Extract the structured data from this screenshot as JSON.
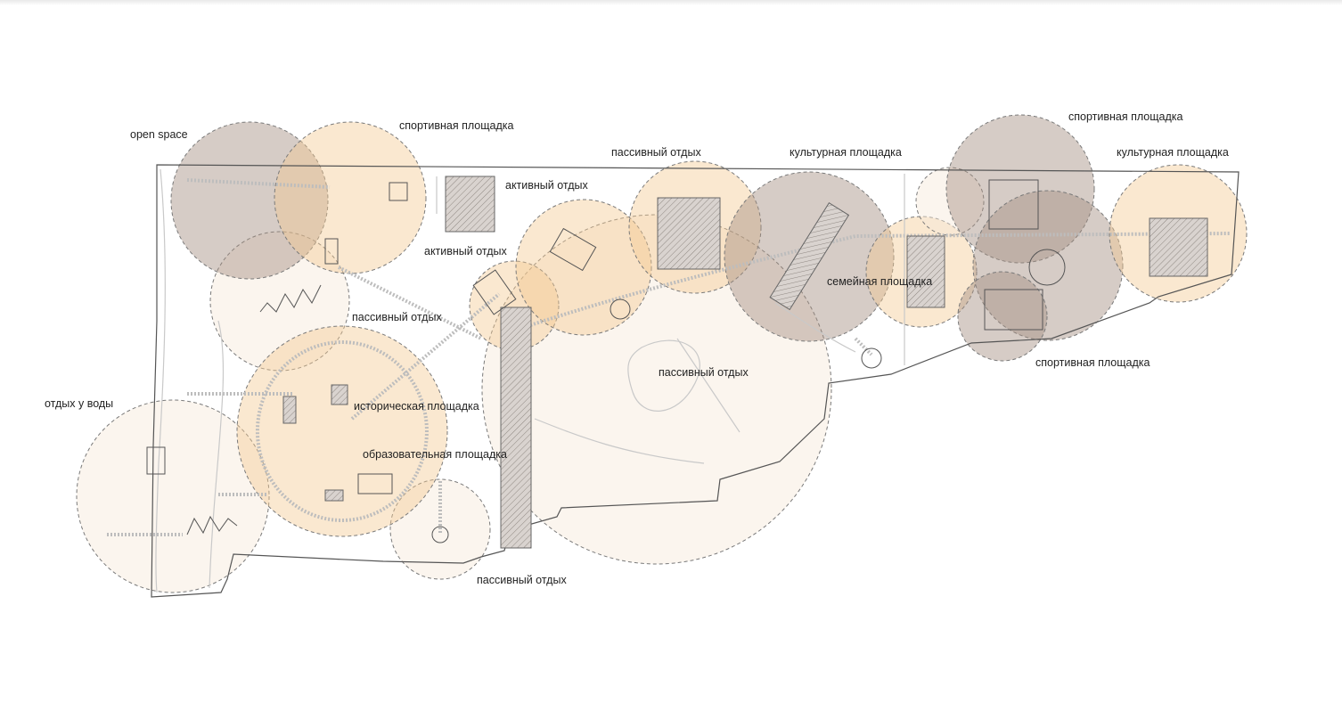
{
  "colors": {
    "warm": "#f3c98f",
    "taupe": "#a58e80",
    "pale": "#f6e8da",
    "outline": "#555555",
    "label": "#222222"
  },
  "zones": [
    {
      "id": "open-space",
      "label": "open space",
      "type": "taupe"
    },
    {
      "id": "sport-1",
      "label": "спортивная площадка",
      "type": "warm"
    },
    {
      "id": "passive-1",
      "label": "пассивный отдых",
      "type": "pale"
    },
    {
      "id": "active-1",
      "label": "активный отдых",
      "type": "warm"
    },
    {
      "id": "active-2",
      "label": "активный отдых",
      "type": "warm"
    },
    {
      "id": "passive-2",
      "label": "пассивный отдых",
      "type": "warm"
    },
    {
      "id": "culture-1",
      "label": "культурная площадка",
      "type": "taupe"
    },
    {
      "id": "passive-3",
      "label": "пассивный отдых",
      "type": "pale"
    },
    {
      "id": "historic",
      "label": "историческая площадка",
      "type": "warm"
    },
    {
      "id": "education",
      "label": "образовательная площадка",
      "type": "warm"
    },
    {
      "id": "water-rest",
      "label": "отдых у воды",
      "type": "pale"
    },
    {
      "id": "passive-4",
      "label": "пассивный отдых",
      "type": "pale"
    },
    {
      "id": "family",
      "label": "семейная площадка",
      "type": "warm"
    },
    {
      "id": "sport-2",
      "label": "спортивная площадка",
      "type": "taupe"
    },
    {
      "id": "culture-2",
      "label": "культурная площадка",
      "type": "warm"
    },
    {
      "id": "sport-3",
      "label": "спортивная площадка",
      "type": "taupe"
    }
  ]
}
